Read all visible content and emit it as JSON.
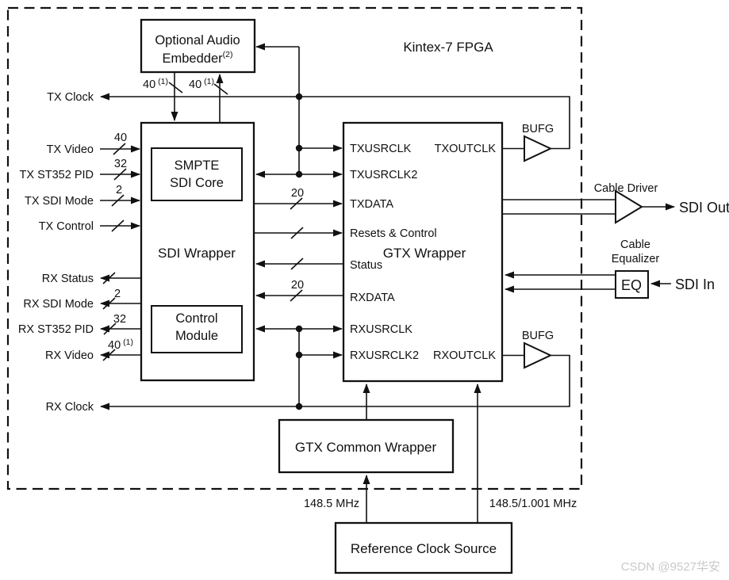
{
  "fpga_title": "Kintex-7 FPGA",
  "watermark": "CSDN @9527华安",
  "colors": {
    "line": "#111111",
    "background": "#ffffff",
    "watermark": "#c9c9c9"
  },
  "blocks": {
    "audio_embedder": {
      "line1": "Optional Audio",
      "line2": "Embedder",
      "sup": "(2)"
    },
    "sdi_wrapper": {
      "label": "SDI Wrapper"
    },
    "smpte_sdi_core": {
      "line1": "SMPTE",
      "line2": "SDI Core"
    },
    "control_module": {
      "line1": "Control",
      "line2": "Module"
    },
    "gtx_wrapper": {
      "label": "GTX Wrapper"
    },
    "gtx_common_wrapper": {
      "label": "GTX Common Wrapper"
    },
    "reference_clock_source": {
      "label": "Reference Clock Source"
    },
    "eq": {
      "label": "EQ"
    },
    "bufg_tx": {
      "label": "BUFG"
    },
    "bufg_rx": {
      "label": "BUFG"
    },
    "cable_driver": {
      "label": "Cable Driver"
    },
    "cable_equalizer": {
      "line1": "Cable",
      "line2": "Equalizer"
    }
  },
  "ports": {
    "txusrclk": "TXUSRCLK",
    "txusrclk2": "TXUSRCLK2",
    "txdata": "TXDATA",
    "resets_control": "Resets & Control",
    "status": "Status",
    "rxdata": "RXDATA",
    "rxusrclk": "RXUSRCLK",
    "rxusrclk2": "RXUSRCLK2",
    "txoutclk": "TXOUTCLK",
    "rxoutclk": "RXOUTCLK"
  },
  "signals": {
    "tx_clock": "TX Clock",
    "tx_video": "TX Video",
    "tx_st352_pid": "TX ST352 PID",
    "tx_sdi_mode": "TX SDI Mode",
    "tx_control": "TX Control",
    "rx_status": "RX Status",
    "rx_sdi_mode": "RX SDI Mode",
    "rx_st352_pid": "RX ST352 PID",
    "rx_video": "RX Video",
    "rx_clock": "RX Clock",
    "sdi_out": "SDI Out",
    "sdi_in": "SDI In"
  },
  "bus_widths": {
    "tx_video": "40",
    "tx_st352_pid": "32",
    "tx_sdi_mode": "2",
    "rx_sdi_mode": "2",
    "rx_st352_pid": "32",
    "rx_video": {
      "value": "40",
      "sup": "(1)"
    },
    "txdata": "20",
    "rxdata": "20",
    "embed_down": {
      "value": "40",
      "sup": "(1)"
    },
    "embed_up": {
      "value": "40",
      "sup": "(1)"
    }
  },
  "clock_sources": {
    "refclk_common": "148.5 MHz",
    "refclk_gtx": "148.5/1.001 MHz"
  }
}
